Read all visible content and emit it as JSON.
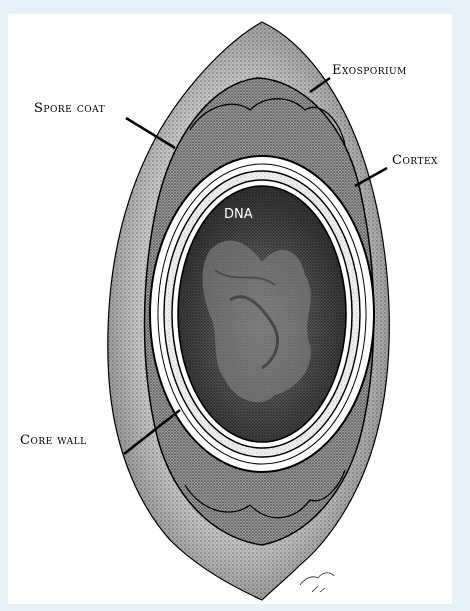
{
  "labels": {
    "exosporium": "Exosporium",
    "spore_coat": "Spore coat",
    "cortex": "Cortex",
    "dna": "DNA",
    "core_wall": "Core wall"
  },
  "colors": {
    "page_background": "#e6f1f8",
    "frame": "#ffffff",
    "ink": "#000000"
  }
}
